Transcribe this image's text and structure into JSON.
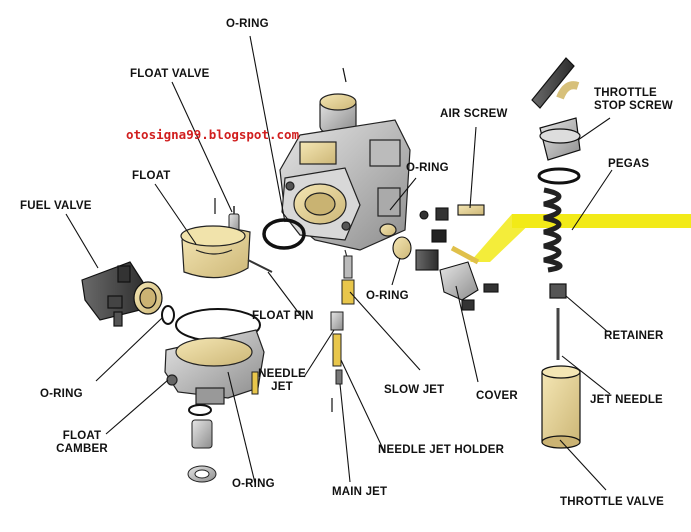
{
  "watermark": "otosigna99.blogspot.com",
  "colors": {
    "part_tan": "#ead9a2",
    "metal_gray": "#b9b9b9",
    "dark_metal": "#4a4a4a",
    "highlight": "#f2ea18",
    "leader_line": "#111111"
  },
  "labels": {
    "o_ring_top": "O-RING",
    "float_valve": "FLOAT VALVE",
    "float": "FLOAT",
    "fuel_valve": "FUEL VALVE",
    "o_ring_left": "O-RING",
    "float_camber_1": "FLOAT",
    "float_camber_2": "CAMBER",
    "o_ring_bottom": "O-RING",
    "float_pin": "FLOAT PIN",
    "needle_jet_1": "NEEDLE",
    "needle_jet_2": "JET",
    "main_jet": "MAIN JET",
    "needle_jet_holder": "NEEDLE JET HOLDER",
    "slow_jet": "SLOW JET",
    "o_ring_mid": "O-RING",
    "o_ring_right": "O-RING",
    "air_screw": "AIR SCREW",
    "cover": "COVER",
    "throttle_stop_1": "THROTTLE",
    "throttle_stop_2": "STOP SCREW",
    "pegas": "PEGAS",
    "retainer": "RETAINER",
    "jet_needle": "JET NEEDLE",
    "throttle_valve": "THROTTLE VALVE"
  }
}
